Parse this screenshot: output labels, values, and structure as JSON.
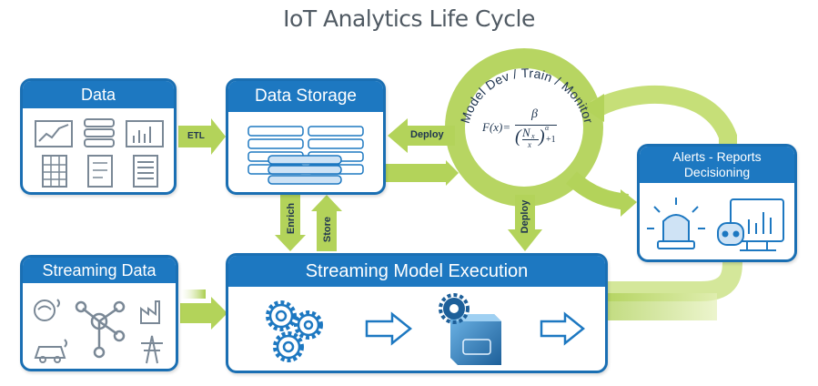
{
  "title": "IoT Analytics Life Cycle",
  "boxes": {
    "data": "Data",
    "storage": "Data Storage",
    "streaming": "Streaming Data",
    "execution": "Streaming Model Execution",
    "alerts": "Alerts - Reports Decisioning"
  },
  "arrows": {
    "etl": "ETL",
    "deploy_left": "Deploy",
    "deploy_down": "Deploy",
    "enrich": "Enrich",
    "store": "Store"
  },
  "cycle": {
    "label": "Model Dev / Train / Monitor",
    "formula_lhs": "F(x)=",
    "formula_num": "β",
    "formula_base": "N",
    "formula_sub": "x",
    "formula_exp": "α",
    "formula_den": "x",
    "formula_plus": "+1"
  },
  "colors": {
    "box_blue": "#1d78c1",
    "box_border": "#1a6fb3",
    "arrow_green": "#b3d35a",
    "arrow_green_light": "#d9ea9d",
    "text_dark": "#505a63"
  }
}
